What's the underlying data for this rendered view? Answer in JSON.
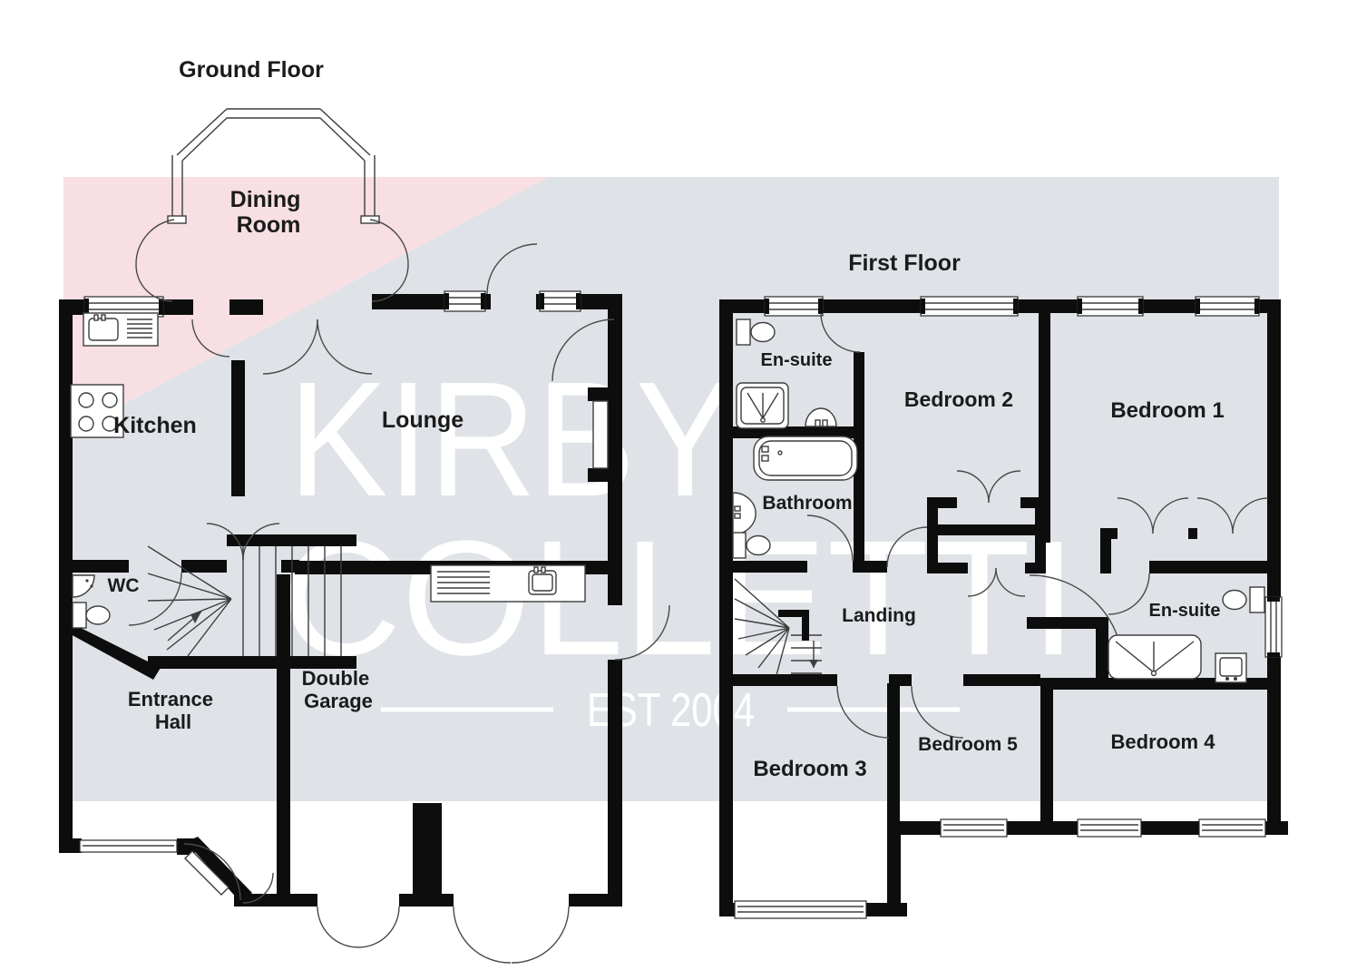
{
  "colors": {
    "background": "#ffffff",
    "pink_wash": "#f8dfe3",
    "gray_wash": "#dfe3e8",
    "wall": "#0d0d0d",
    "fixture_line": "#3d3d3d",
    "label": "#1b1b1b",
    "watermark": "#ffffff"
  },
  "watermark": {
    "brand_top": "KIRBY",
    "brand_bottom": "COLLETTI",
    "established": "EST 2004"
  },
  "ground_floor": {
    "title": "Ground Floor",
    "dining_room": [
      "Dining",
      "Room"
    ],
    "kitchen": "Kitchen",
    "lounge": "Lounge",
    "wc": "WC",
    "entrance_hall": [
      "Entrance",
      "Hall"
    ],
    "double_garage": [
      "Double",
      "Garage"
    ]
  },
  "first_floor": {
    "title": "First Floor",
    "ensuite_left": "En-suite",
    "bedroom_2": "Bedroom 2",
    "bedroom_1": "Bedroom 1",
    "bathroom": "Bathroom",
    "landing": "Landing",
    "ensuite_right": "En-suite",
    "bedroom_3": "Bedroom 3",
    "bedroom_5": "Bedroom 5",
    "bedroom_4": "Bedroom 4"
  }
}
